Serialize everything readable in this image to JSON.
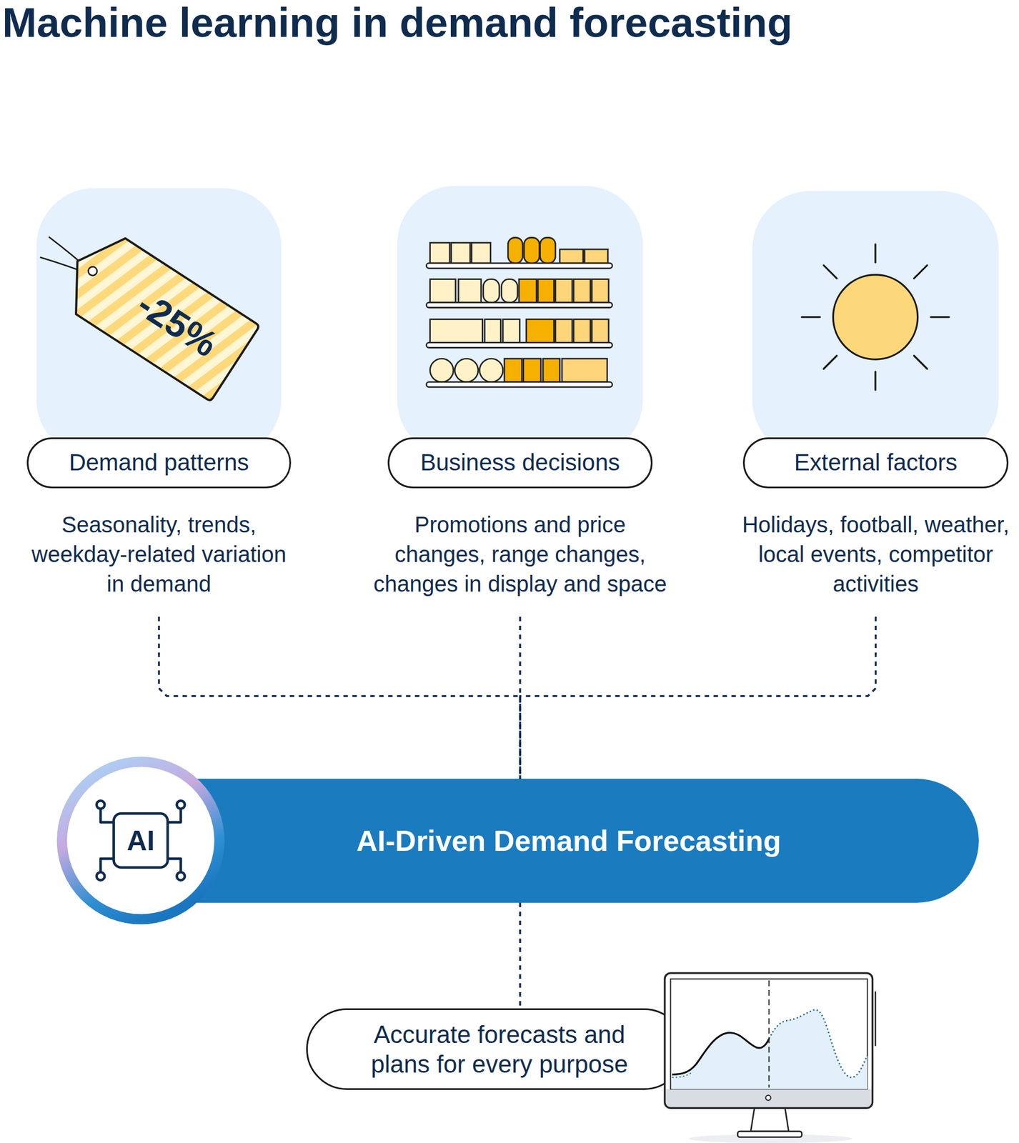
{
  "diagram": {
    "title": "Machine learning in demand forecasting",
    "nodes": [
      {
        "text": [
          "Demand patterns",
          "Seasonality, trends, weekday-related variation in demand"
        ]
      },
      {
        "text": [
          "Business decisions",
          "Promotions and price changes, range changes, changes in display and space"
        ]
      },
      {
        "text": [
          "External factors",
          "Holidays, football, weather, local events, competitor activities"
        ]
      },
      {
        "text": [
          "AI-Driven Demand Forecasting"
        ]
      },
      {
        "text": [
          "Accurate forecasts and plans for every purpose"
        ]
      }
    ],
    "edges": [
      {
        "from": 0,
        "to": 3,
        "arrow": "none"
      },
      {
        "from": 1,
        "to": 3,
        "arrow": "none"
      },
      {
        "from": 2,
        "to": 3,
        "arrow": "none"
      },
      {
        "from": 3,
        "to": 4,
        "arrow": "none"
      }
    ],
    "labels": [
      "-25%",
      "AI"
    ]
  }
}
